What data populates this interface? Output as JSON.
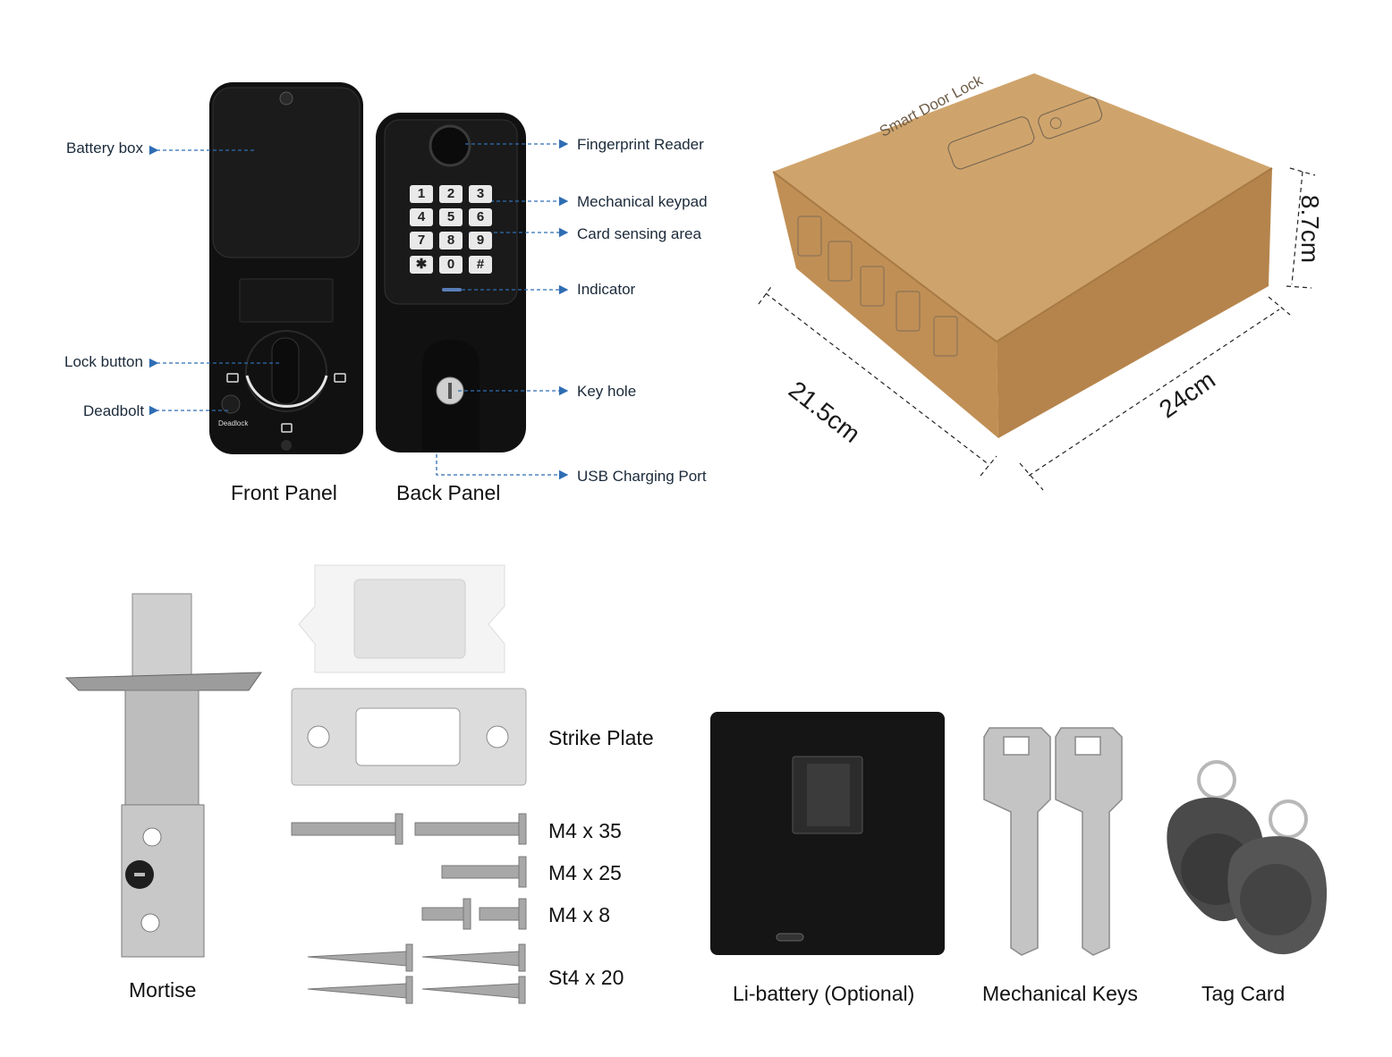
{
  "callouts": {
    "battery_box": "Battery box",
    "lock_button": "Lock button",
    "deadbolt": "Deadbolt",
    "fingerprint_reader": "Fingerprint Reader",
    "mechanical_keypad": "Mechanical keypad",
    "card_sensing_area": "Card sensing area",
    "indicator": "Indicator",
    "key_hole": "Key hole",
    "usb_charging_port": "USB Charging Port"
  },
  "panels": {
    "front": "Front Panel",
    "back": "Back Panel",
    "deadlock_mark": "Deadlock"
  },
  "keypad": {
    "keys": [
      "1",
      "2",
      "3",
      "4",
      "5",
      "6",
      "7",
      "8",
      "9",
      "✱",
      "0",
      "#"
    ]
  },
  "box": {
    "print": "Smart Door Lock",
    "height": "8.7cm",
    "depth": "21.5cm",
    "width": "24cm"
  },
  "parts": {
    "strike_plate": "Strike Plate",
    "screw_1": "M4 x 35",
    "screw_2": "M4 x 25",
    "screw_3": "M4 x 8",
    "screw_4": "St4 x 20",
    "mortise": "Mortise",
    "battery": "Li-battery (Optional)",
    "keys": "Mechanical Keys",
    "tag": "Tag Card"
  },
  "colors": {
    "callout_arrow": "#2f6db3",
    "lock_body": "#141414",
    "box_kraft": "#c89a62"
  }
}
